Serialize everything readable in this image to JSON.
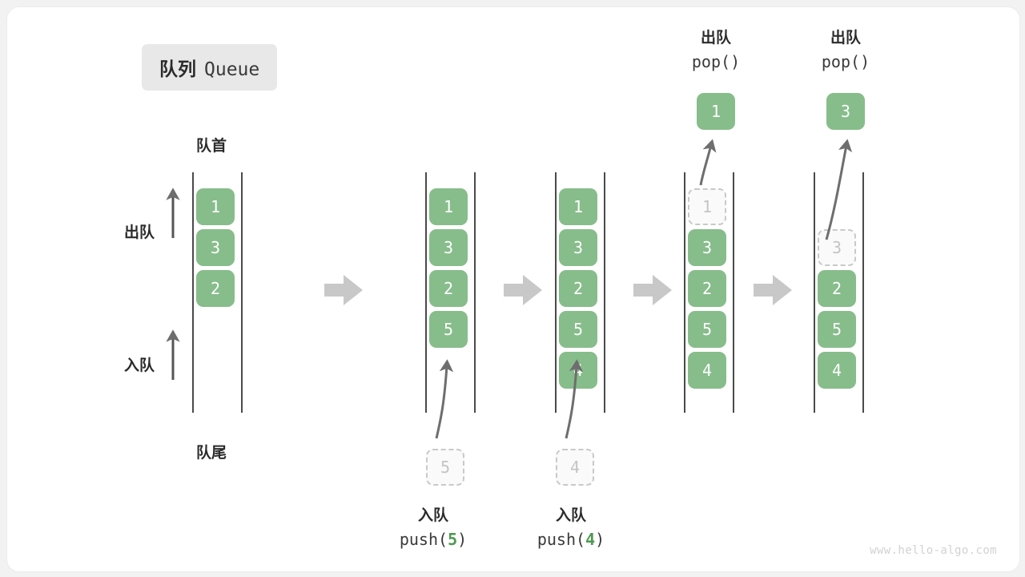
{
  "title": {
    "cn": "队列",
    "en": "Queue"
  },
  "labels": {
    "front": "队首",
    "rear": "队尾",
    "dequeue": "出队",
    "enqueue": "入队"
  },
  "watermark": "www.hello-algo.com",
  "operations": [
    {
      "cn": "入队",
      "code_prefix": "push(",
      "code_num": "5",
      "code_suffix": ")"
    },
    {
      "cn": "入队",
      "code_prefix": "push(",
      "code_num": "4",
      "code_suffix": ")"
    },
    {
      "cn": "出队",
      "code_prefix": "pop(",
      "code_num": "",
      "code_suffix": ")"
    },
    {
      "cn": "出队",
      "code_prefix": "pop(",
      "code_num": "",
      "code_suffix": ")"
    }
  ],
  "columns": [
    {
      "name": "initial-queue",
      "cells": [
        {
          "value": "1",
          "state": "filled"
        },
        {
          "value": "3",
          "state": "filled"
        },
        {
          "value": "2",
          "state": "filled"
        }
      ]
    },
    {
      "name": "after-push-5",
      "cells": [
        {
          "value": "1",
          "state": "filled"
        },
        {
          "value": "3",
          "state": "filled"
        },
        {
          "value": "2",
          "state": "filled"
        },
        {
          "value": "5",
          "state": "filled"
        }
      ],
      "incoming": {
        "value": "5",
        "state": "ghost"
      }
    },
    {
      "name": "after-push-4",
      "cells": [
        {
          "value": "1",
          "state": "filled"
        },
        {
          "value": "3",
          "state": "filled"
        },
        {
          "value": "2",
          "state": "filled"
        },
        {
          "value": "5",
          "state": "filled"
        },
        {
          "value": "4",
          "state": "filled"
        }
      ],
      "incoming": {
        "value": "4",
        "state": "ghost"
      }
    },
    {
      "name": "after-pop-1",
      "cells": [
        {
          "value": "1",
          "state": "ghost"
        },
        {
          "value": "3",
          "state": "filled"
        },
        {
          "value": "2",
          "state": "filled"
        },
        {
          "value": "5",
          "state": "filled"
        },
        {
          "value": "4",
          "state": "filled"
        }
      ],
      "popped": {
        "value": "1",
        "state": "filled"
      }
    },
    {
      "name": "after-pop-3",
      "cells": [
        {
          "value": "",
          "state": "empty"
        },
        {
          "value": "3",
          "state": "ghost"
        },
        {
          "value": "2",
          "state": "filled"
        },
        {
          "value": "5",
          "state": "filled"
        },
        {
          "value": "4",
          "state": "filled"
        }
      ],
      "popped": {
        "value": "3",
        "state": "filled"
      }
    }
  ],
  "colors": {
    "cell_fill": "#87bd8b",
    "cell_text": "#ffffff",
    "ghost_border": "#c9c9c9",
    "ghost_text": "#c4c4c4",
    "rail": "#4a4a4a",
    "step_arrow": "#c8c8c8",
    "motion_arrow": "#6e6e6e"
  }
}
